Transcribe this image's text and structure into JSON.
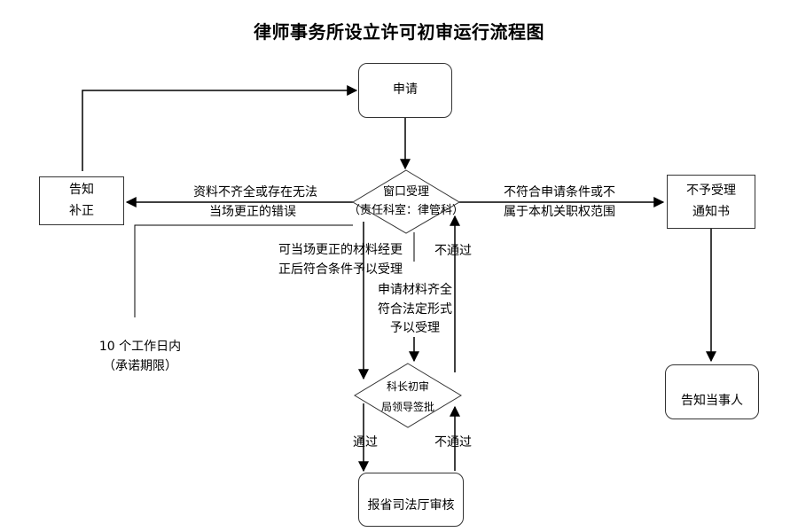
{
  "title": "律师事务所设立许可初审运行流程图",
  "nodes": {
    "apply": "申请",
    "notify_fix": [
      "告知",
      "补正"
    ],
    "window": [
      "窗口受理",
      "（责任科室：律管科）"
    ],
    "reject_notice": [
      "不予受理",
      "通知书"
    ],
    "inform_party": "告知当事人",
    "review": [
      "科长初审",
      "局领导签批"
    ],
    "provincial": "报省司法厅审核"
  },
  "labels": {
    "incomplete": [
      "资料不齐全或存在无法",
      "当场更正的错误"
    ],
    "not_eligible": [
      "不符合申请条件或不",
      "属于本机关职权范围"
    ],
    "corrected": [
      "可当场更正的材料经更",
      "正后符合条件予以受理"
    ],
    "complete": [
      "申请材料齐全",
      "符合法定形式",
      "予以受理"
    ],
    "fail_upper": "不通过",
    "deadline": [
      "10 个工作日内",
      "（承诺期限）"
    ],
    "pass": "通过",
    "fail_lower": "不通过"
  }
}
